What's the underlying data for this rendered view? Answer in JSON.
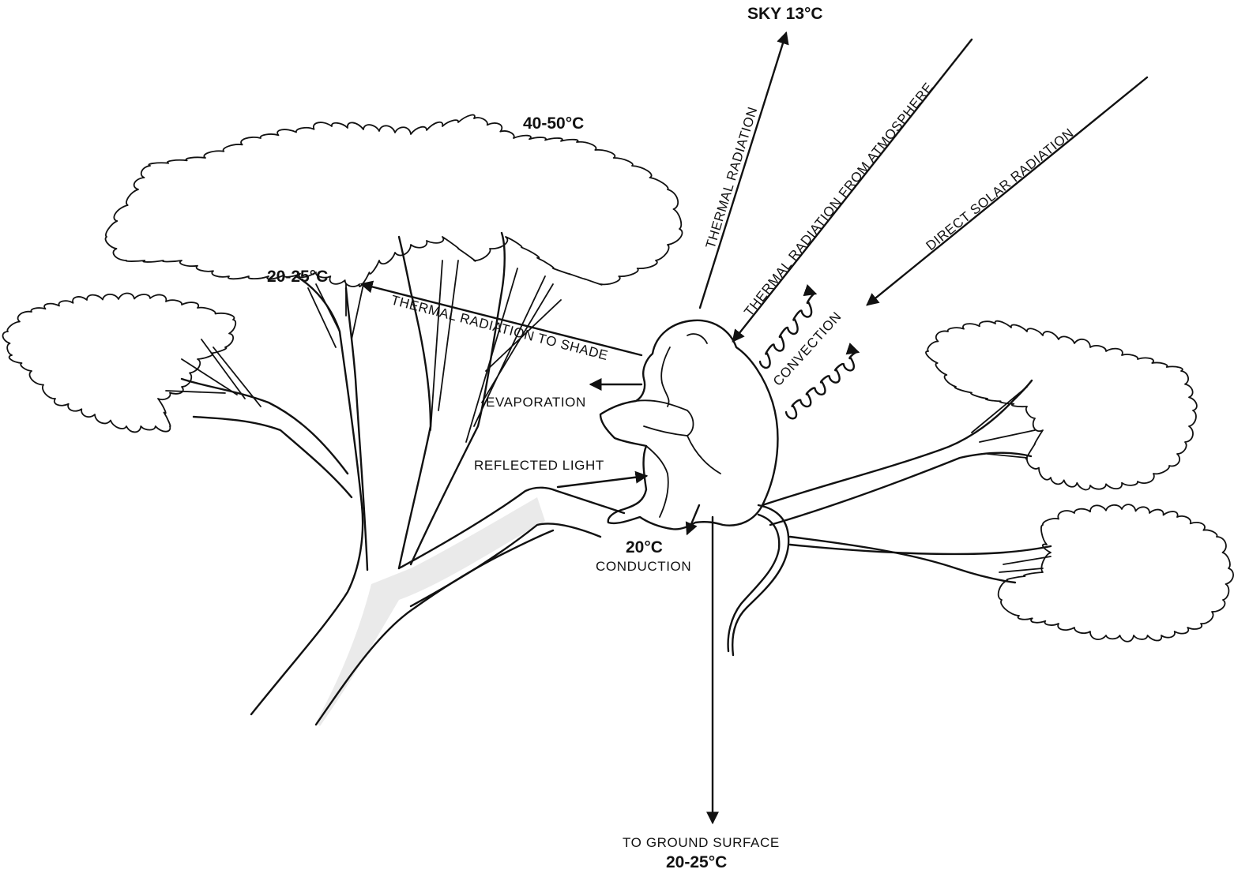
{
  "labels": {
    "sky_temp": "SKY 13°C",
    "canopy_top_temp": "40-50°C",
    "canopy_shade_temp": "20-25°C",
    "thermal_radiation": "THERMAL RADIATION",
    "thermal_radiation_atmosphere": "THERMAL RADIATION FROM ATMOSPHERE",
    "direct_solar_radiation": "DIRECT SOLAR RADIATION",
    "thermal_radiation_shade": "THERMAL RADIATION TO SHADE",
    "convection": "CONVECTION",
    "evaporation": "EVAPORATION",
    "reflected_light": "REFLECTED LIGHT",
    "branch_temp": "20°C",
    "conduction": "CONDUCTION",
    "ground_surface": "TO GROUND SURFACE",
    "ground_temp": "20-25°C"
  },
  "colors": {
    "ink": "#111111",
    "background": "#ffffff",
    "bark_shading": "#d9d9d9"
  }
}
